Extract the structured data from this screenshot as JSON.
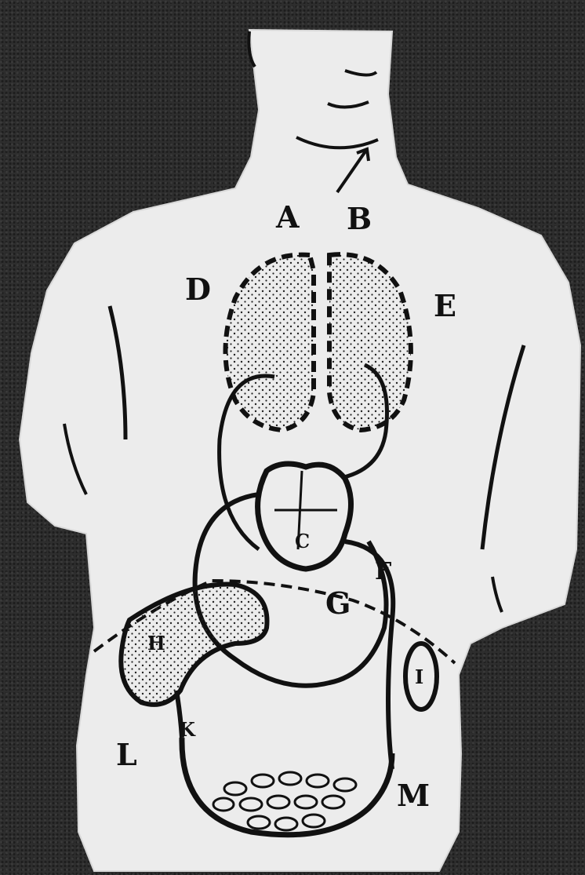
{
  "labels": {
    "A": "A",
    "B": "B",
    "C": "C",
    "D": "D",
    "E": "E",
    "F": "F",
    "G": "G",
    "H": "H",
    "I": "I",
    "K": "K",
    "L": "L",
    "M": "M"
  },
  "colors": {
    "background": "#2e2e2e",
    "paper": "#ececec",
    "ink": "#111111"
  }
}
